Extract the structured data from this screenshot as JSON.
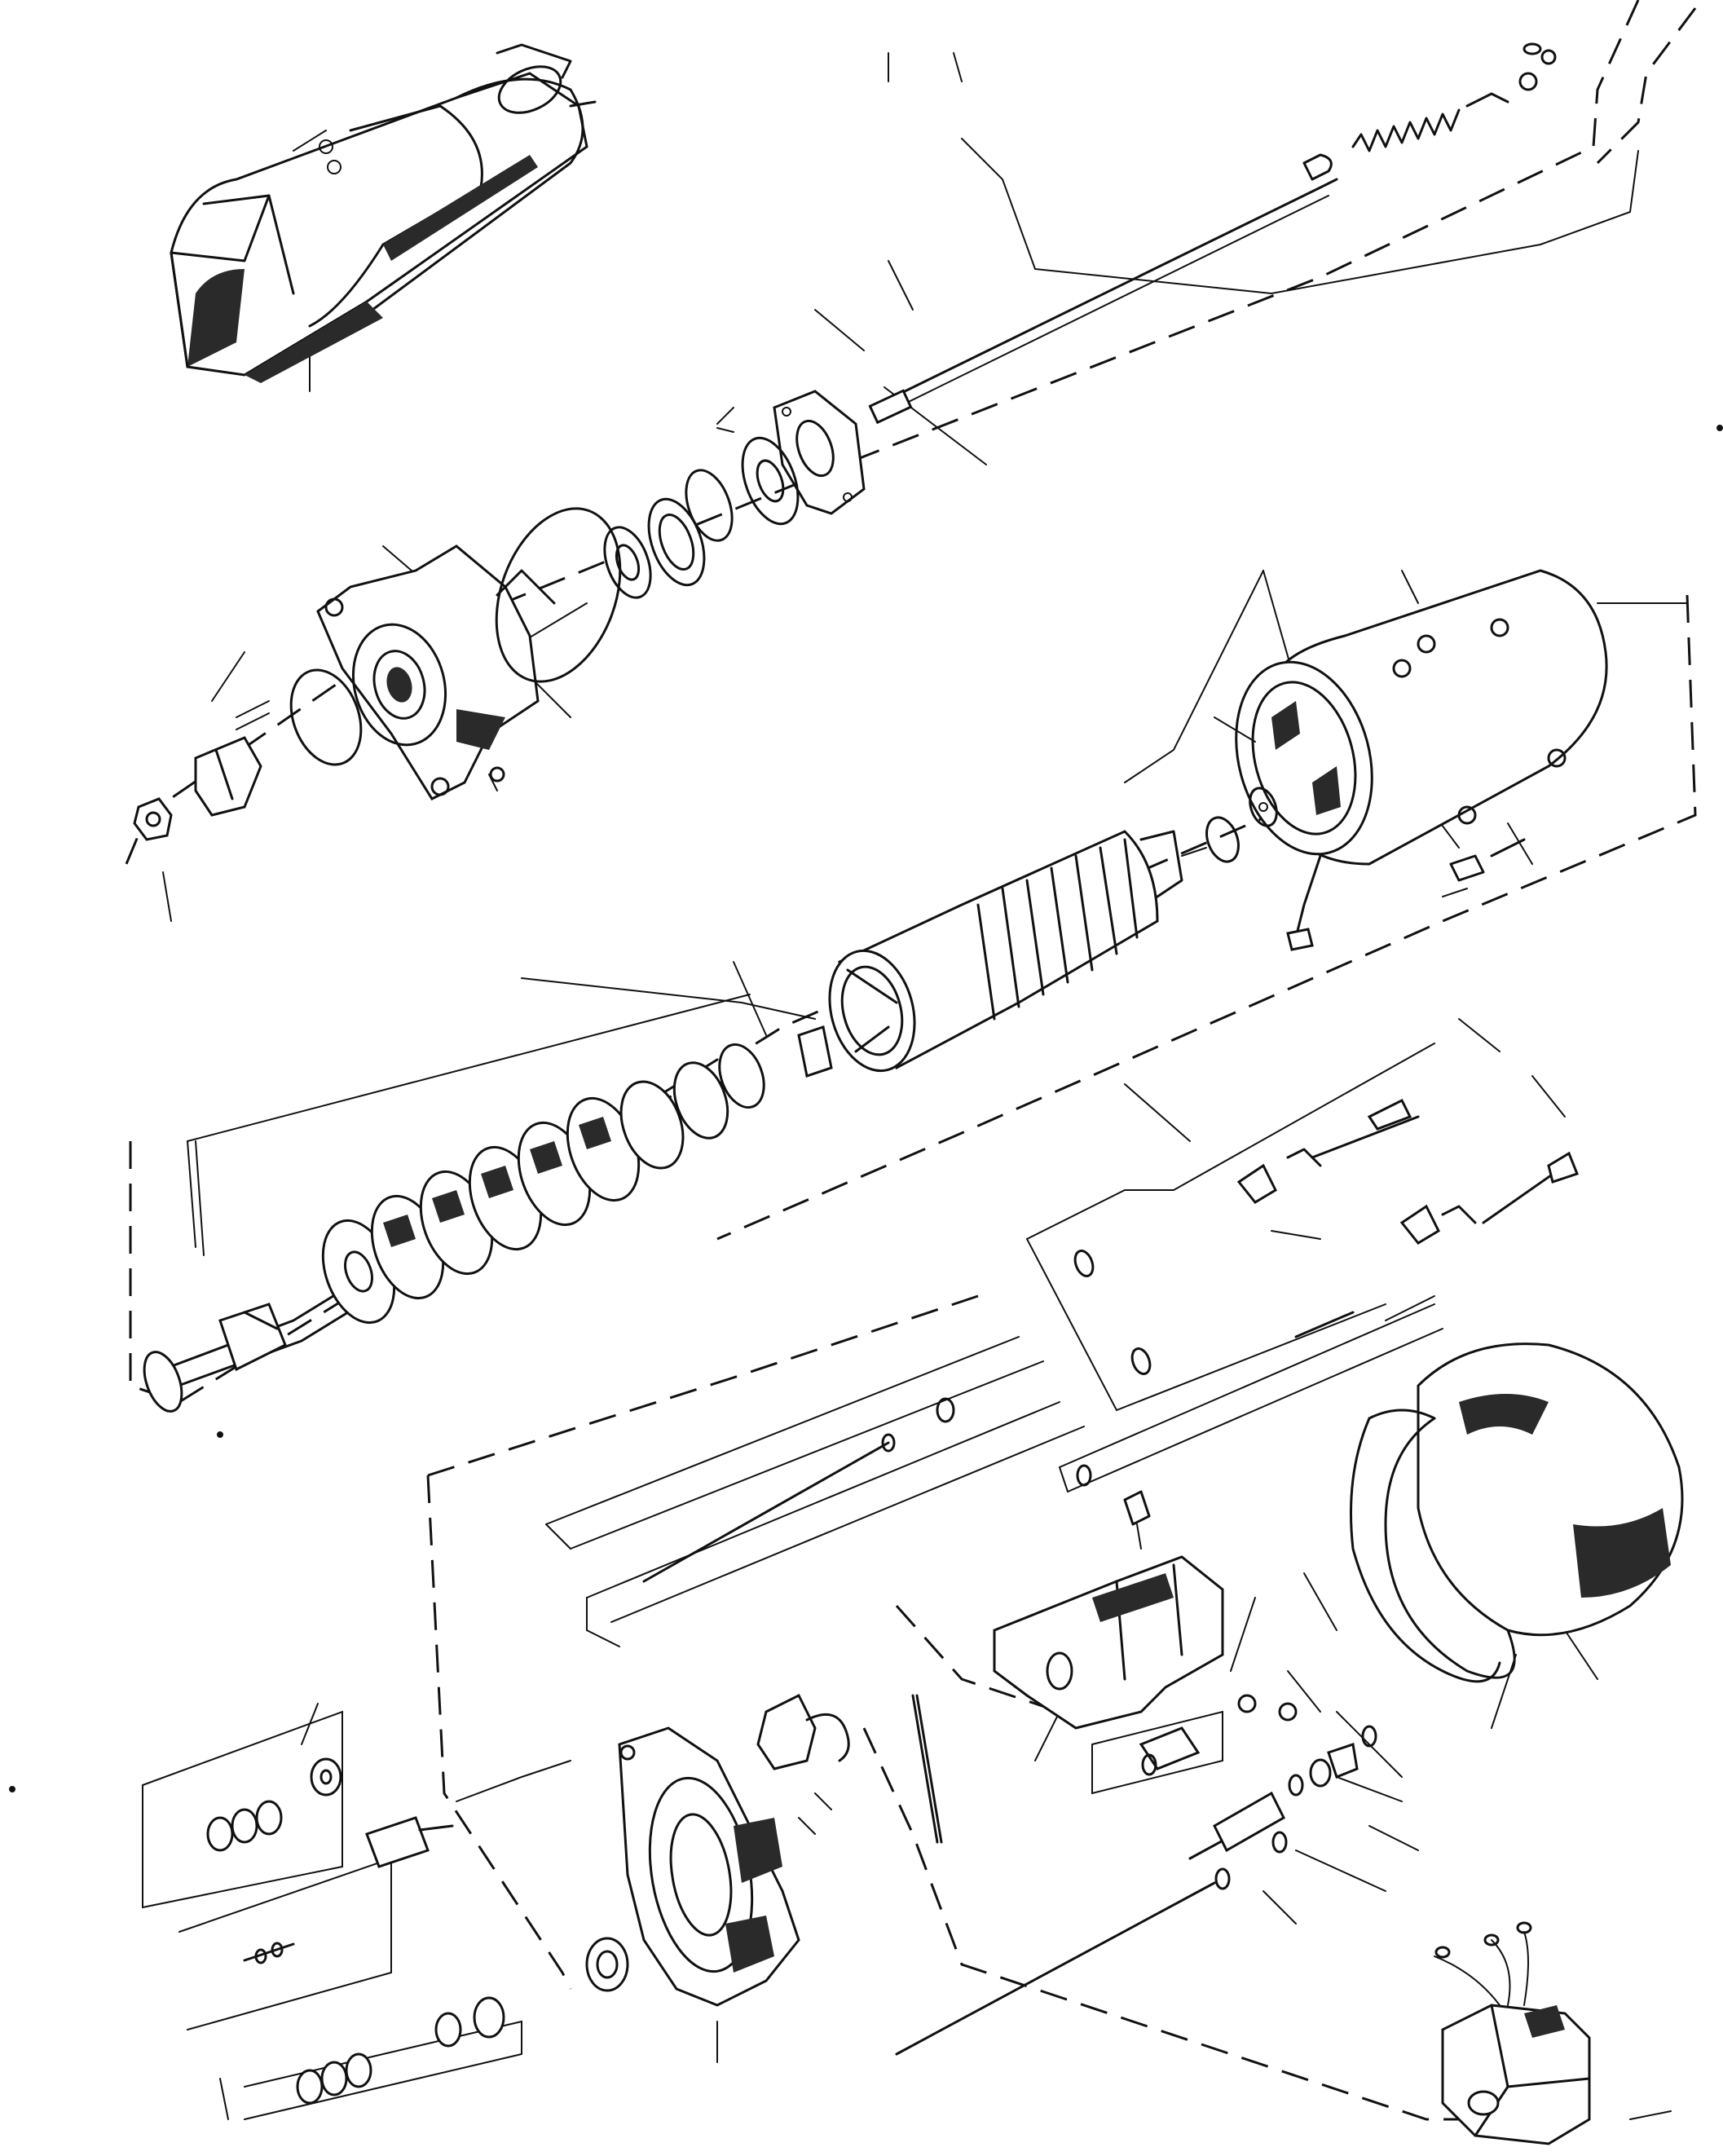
{
  "diagram": {
    "kind": "exploded-parts-view",
    "text_labels": [],
    "components": [
      {
        "id": "starter-motor-assembly",
        "icon": "starter-motor-icon"
      },
      {
        "id": "solenoid-cover",
        "icon": "cover-icon"
      },
      {
        "id": "plunger-rod",
        "icon": "rod-icon"
      },
      {
        "id": "return-spring",
        "icon": "spring-icon"
      },
      {
        "id": "drive-end-housing",
        "icon": "housing-icon"
      },
      {
        "id": "o-ring-large",
        "icon": "ring-icon"
      },
      {
        "id": "o-ring-small",
        "icon": "ring-icon"
      },
      {
        "id": "bearing-assembly",
        "icon": "bearing-icon"
      },
      {
        "id": "thrust-washers",
        "icon": "washer-icon"
      },
      {
        "id": "end-plate",
        "icon": "plate-icon"
      },
      {
        "id": "pinion-nut",
        "icon": "nut-icon"
      },
      {
        "id": "drive-sleeve",
        "icon": "sleeve-icon"
      },
      {
        "id": "field-frame",
        "icon": "frame-icon"
      },
      {
        "id": "armature",
        "icon": "armature-icon"
      },
      {
        "id": "clutch-drive-assembly",
        "icon": "clutch-icon"
      },
      {
        "id": "through-bolts",
        "icon": "bolt-icon"
      },
      {
        "id": "solenoid-switch",
        "icon": "switch-icon"
      },
      {
        "id": "commutator-end-housing",
        "icon": "housing-icon"
      },
      {
        "id": "brush-holder",
        "icon": "brush-icon"
      },
      {
        "id": "terminal-hardware",
        "icon": "hardware-icon"
      },
      {
        "id": "field-coil-wrap",
        "icon": "coil-icon"
      },
      {
        "id": "relay-module",
        "icon": "relay-icon"
      }
    ]
  }
}
